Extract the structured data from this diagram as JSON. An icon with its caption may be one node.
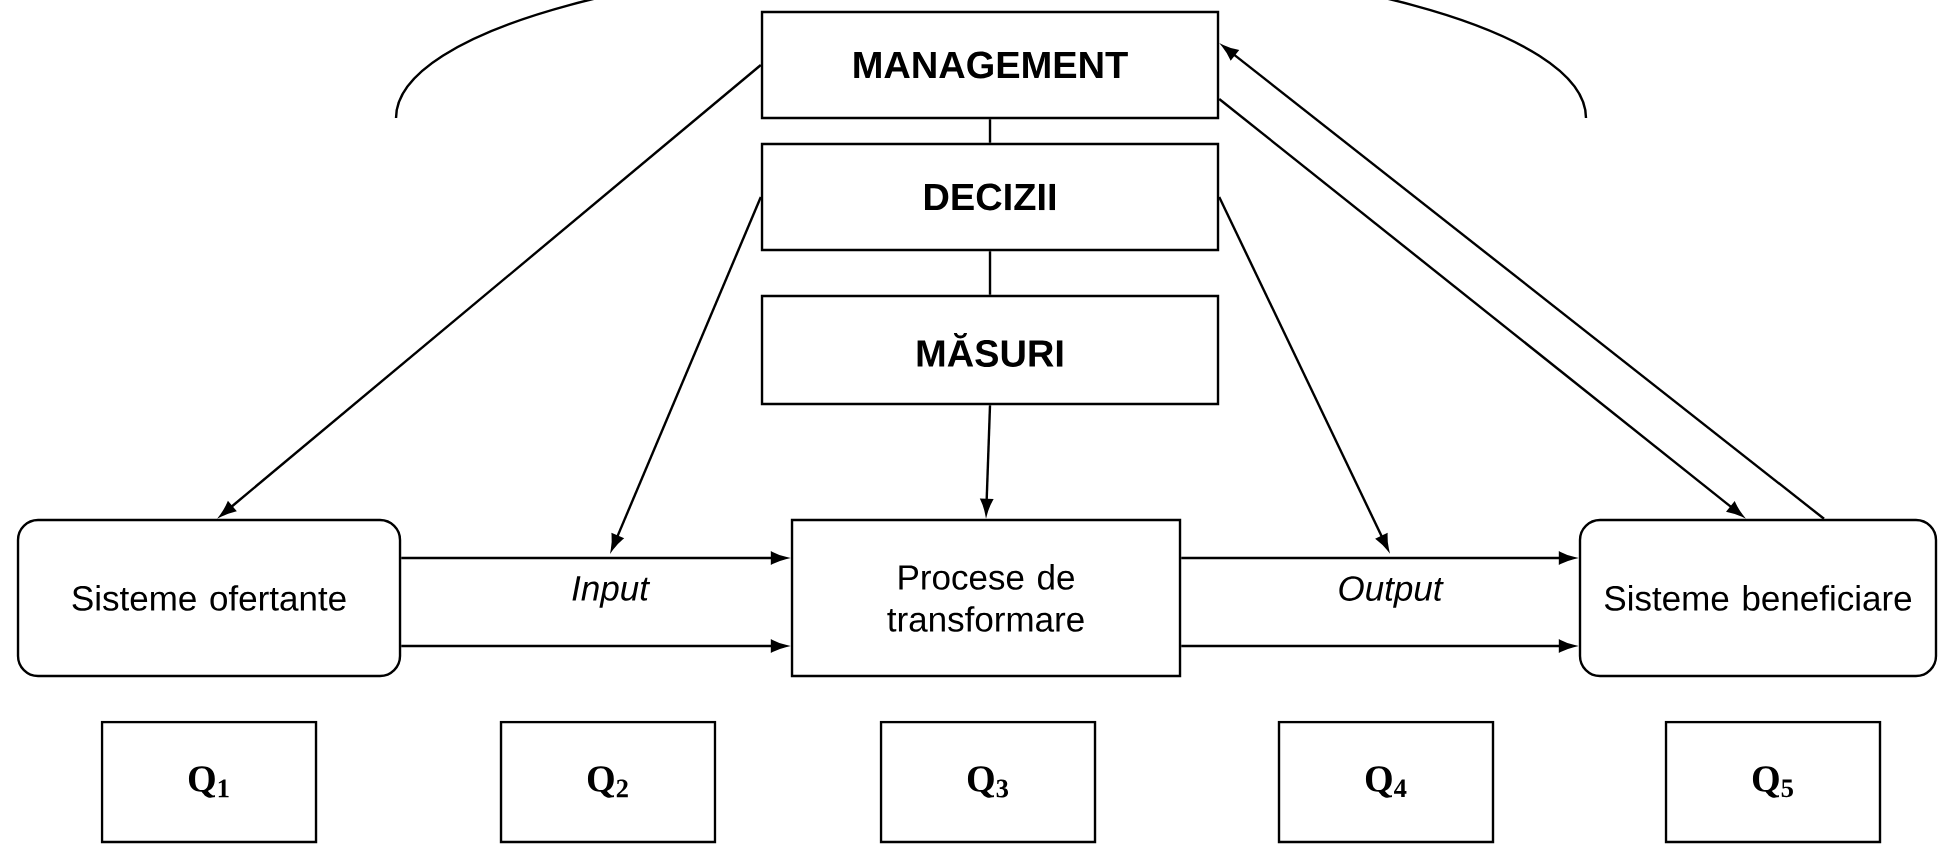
{
  "diagram": {
    "nodes": [
      {
        "text": [
          "MANAGEMENT"
        ]
      },
      {
        "text": [
          "DECIZII"
        ]
      },
      {
        "text": [
          "MĂSURI"
        ]
      },
      {
        "text": [
          "Sisteme ofertante"
        ]
      },
      {
        "text": [
          "Input"
        ]
      },
      {
        "text": [
          "Procese de transformare"
        ]
      },
      {
        "text": [
          "Output"
        ]
      },
      {
        "text": [
          "Sisteme beneficiare"
        ]
      },
      {
        "text": [
          "Q$_{1}$"
        ]
      },
      {
        "text": [
          "Q$_{2}$"
        ]
      },
      {
        "text": [
          "Q$_{3}$"
        ]
      },
      {
        "text": [
          "Q$_{4}$"
        ]
      },
      {
        "text": [
          "Q$_{5}$"
        ]
      }
    ],
    "edges": [
      {
        "from": 0,
        "to": 1,
        "arrow": "none"
      },
      {
        "from": 1,
        "to": 2,
        "arrow": "none"
      },
      {
        "from": 0,
        "to": 3,
        "arrow": "to"
      },
      {
        "from": 1,
        "to": 4,
        "arrow": "to"
      },
      {
        "from": 2,
        "to": 5,
        "arrow": "to"
      },
      {
        "from": 1,
        "to": 6,
        "arrow": "to"
      },
      {
        "from": 0,
        "to": 7,
        "arrow": "to"
      },
      {
        "from": 7,
        "to": 0,
        "arrow": "to"
      },
      {
        "from": 3,
        "to": 5,
        "arrow": "to"
      },
      {
        "from": 3,
        "to": 5,
        "arrow": "to"
      },
      {
        "from": 5,
        "to": 7,
        "arrow": "to"
      },
      {
        "from": 5,
        "to": 7,
        "arrow": "to"
      }
    ]
  }
}
